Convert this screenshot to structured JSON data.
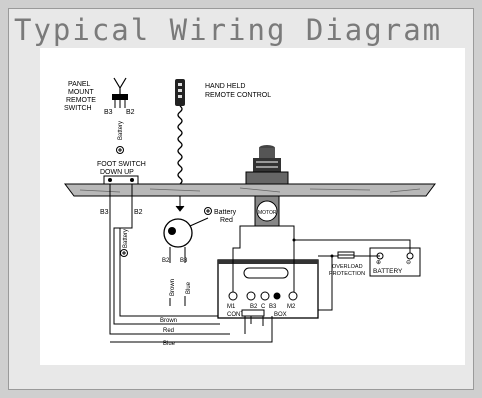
{
  "title": "Typical Wiring Diagram",
  "labels": {
    "panel_mount": [
      "PANEL",
      "MOUNT",
      "REMOTE",
      "SWITCH"
    ],
    "hand_held": [
      "HAND HELD",
      "REMOTE CONTROL"
    ],
    "foot_switch": [
      "FOOT SWITCH",
      "DOWN     UP"
    ],
    "b3_left": "B3",
    "b2_left": "B2",
    "panel_b3": "B3",
    "panel_b2": "B2",
    "battery_vertical": "Battery",
    "battery_vertical_2": "Battery",
    "battery_plus": "⊕",
    "battery_red_1": "Battery",
    "battery_red_2": "Red",
    "motor": "MOTOR",
    "ctrl_b2": "B2",
    "ctrl_b3": "B3",
    "brown_vert": "Brown",
    "blue_vert": "Blue",
    "m1": "M1",
    "b2": "B2",
    "c": "C",
    "b3": "B3",
    "m2": "M2",
    "control": "CONTROL",
    "box": "BOX",
    "overload": [
      "OVERLOAD",
      "PROTECTION"
    ],
    "battery_box": "BATTERY",
    "brown": "Brown",
    "red": "Red",
    "blue": "Blue"
  }
}
